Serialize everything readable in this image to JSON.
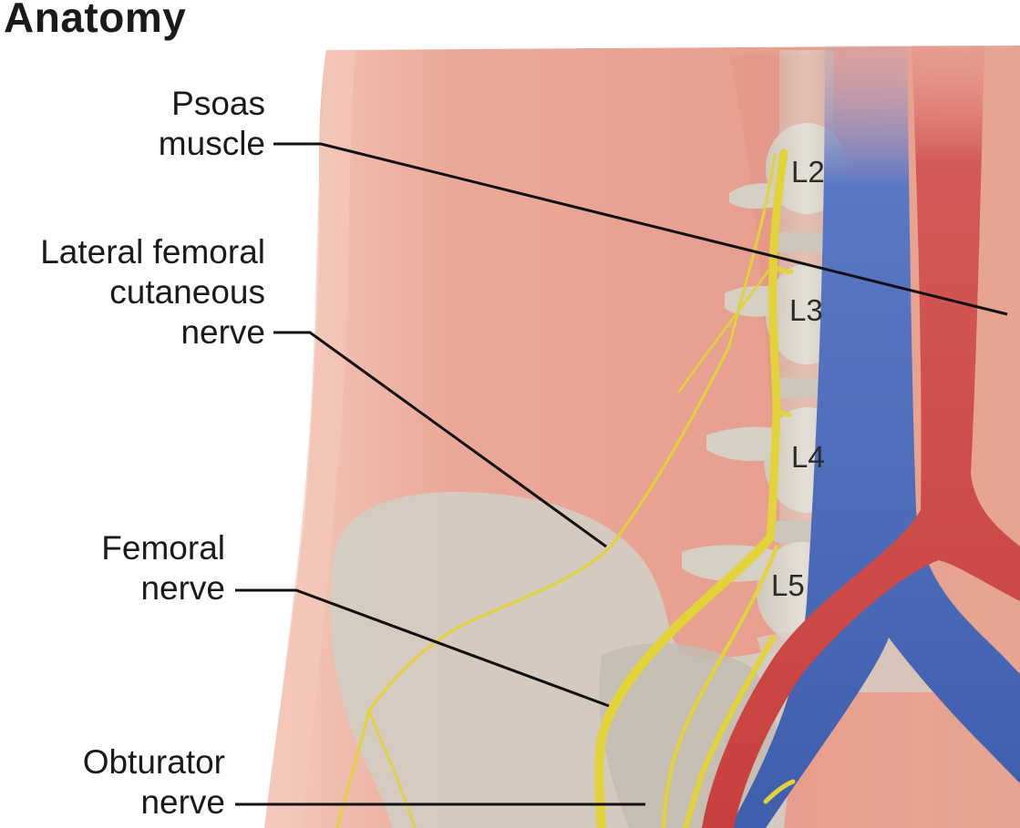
{
  "title": "Anatomy",
  "labels": {
    "psoas": [
      "Psoas",
      "muscle"
    ],
    "lateral_femoral": [
      "Lateral femoral",
      "cutaneous",
      "nerve"
    ],
    "femoral": [
      "Femoral",
      "nerve"
    ],
    "obturator": [
      "Obturator",
      "nerve"
    ]
  },
  "vertebrae": [
    "L2",
    "L3",
    "L4",
    "L5"
  ],
  "colors": {
    "skin": "#e8a898",
    "bone": "#d8d2c8",
    "nerve": "#e0d23a",
    "vein": "#4f6fb8",
    "artery": "#cc4a4a",
    "leader": "#111111"
  }
}
